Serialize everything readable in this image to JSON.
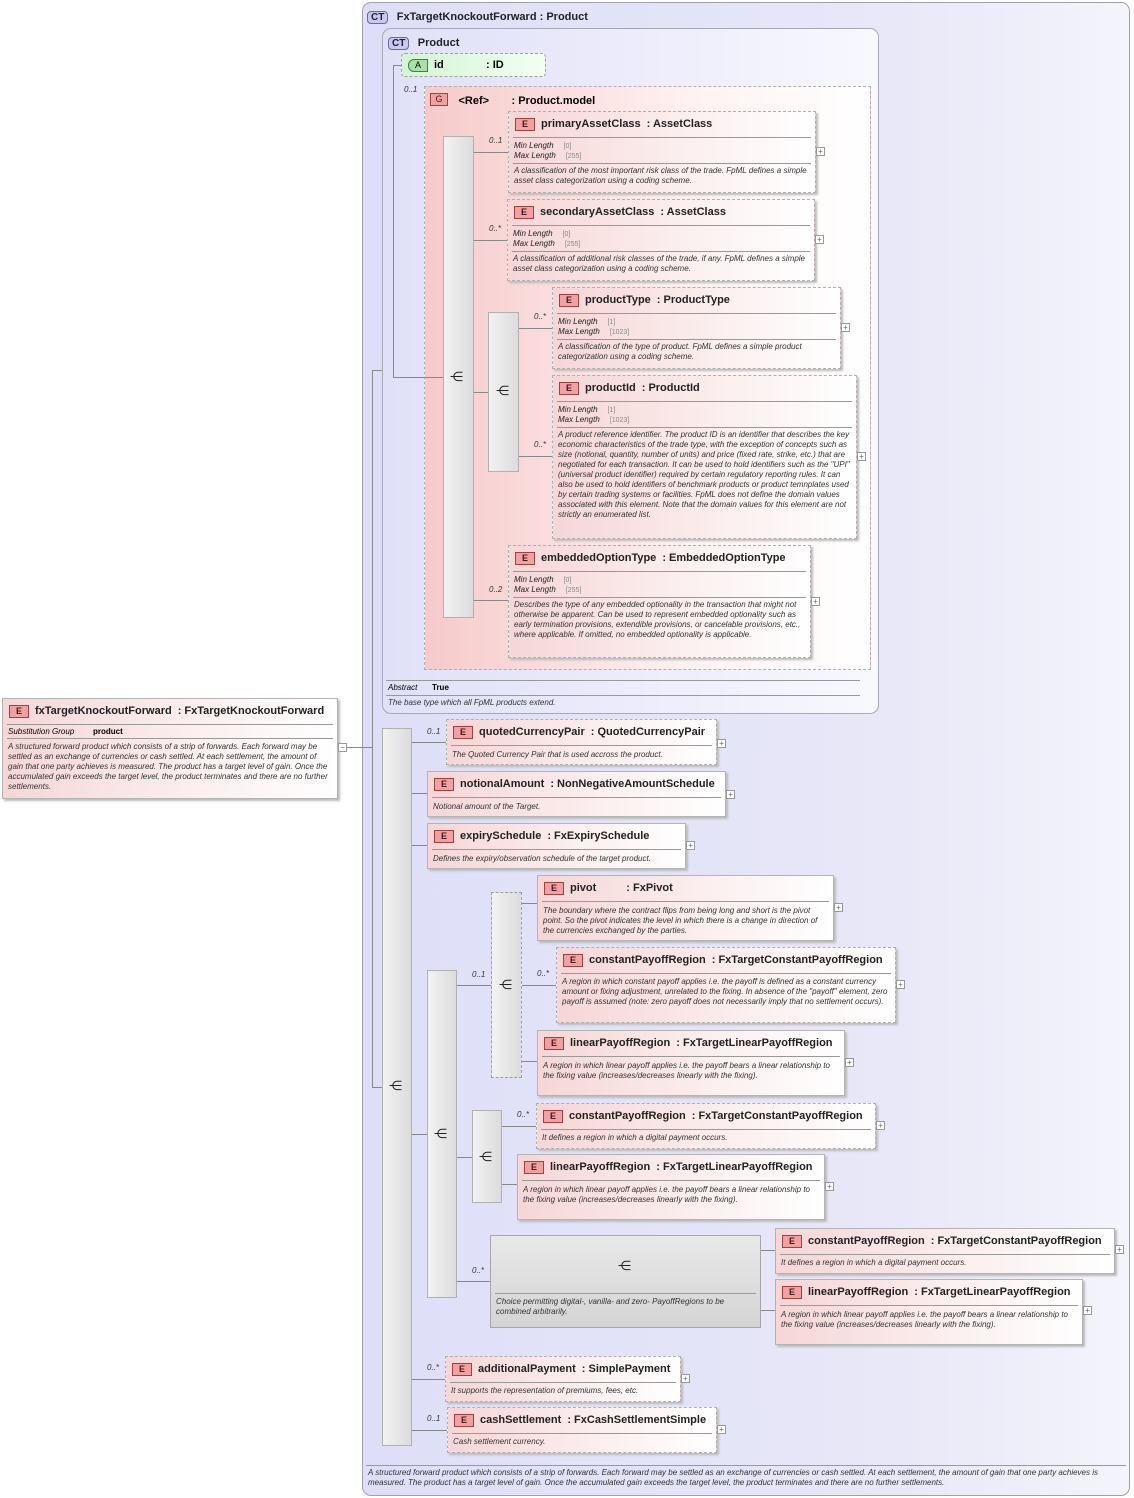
{
  "outer": {
    "badge": "CT",
    "title": "FxTargetKnockoutForward : Product",
    "description": "A structured forward product which consists of a strip of forwards. Each forward may be settled as an exchange of currencies or cash settled. At each settlement, the amount of gain that one party achieves is measured. The product has a target level of gain. Once the accumulated gain exceeds the target level, the product terminates and there are no further settlements."
  },
  "product": {
    "badge": "CT",
    "title": "Product",
    "abstract_label": "Abstract",
    "abstract_value": "True",
    "description": "The base type which all FpML products extend."
  },
  "attr": {
    "badge": "A",
    "name": "id",
    "type": ": ID"
  },
  "group": {
    "badge": "G",
    "name": "<Ref>",
    "type": ": Product.model",
    "card": "0..1"
  },
  "root": {
    "badge": "E",
    "name": "fxTargetKnockoutForward",
    "type": ": FxTargetKnockoutForward",
    "subst_label": "Substitution Group",
    "subst_value": "product",
    "description": "A structured forward product which consists of a strip of forwards. Each forward may be settled as an exchange of currencies or cash settled. At each settlement, the amount of gain that one party achieves is measured. The product has a target level of gain. Once the accumulated gain exceeds the target level, the product terminates and there are no further settlements."
  },
  "labels": {
    "min": "Min Length",
    "max": "Max Length"
  },
  "elements": [
    {
      "name": "primaryAssetClass",
      "type": ": AssetClass",
      "card": "0..1",
      "min": "[0]",
      "max": "[255]",
      "desc": "A classification of the most important risk class of the trade. FpML defines a simple asset class categorization using a coding scheme."
    },
    {
      "name": "secondaryAssetClass",
      "type": ": AssetClass",
      "card": "0..*",
      "min": "[0]",
      "max": "[255]",
      "desc": "A classification of additional risk classes of the trade, if any. FpML defines a simple asset class categorization using a coding scheme."
    },
    {
      "name": "productType",
      "type": ": ProductType",
      "card": "0..*",
      "min": "[1]",
      "max": "[1023]",
      "desc": "A classification of the type of product. FpML defines a simple product categorization using a coding scheme."
    },
    {
      "name": "productId",
      "type": ": ProductId",
      "card": "0..*",
      "min": "[1]",
      "max": "[1023]",
      "desc": "A product reference identifier. The product ID is an identifier that describes the key economic characteristics of the trade type, with the exception of concepts such as size (notional, quantity, number of units) and price (fixed rate, strike, etc.) that are negotiated for each transaction. It can be used to hold identifiers such as the \"UPI\" (universal product identifier) required by certain regulatory reporting rules. It can also be used to hold identifiers of benchmark products or product temnplates used by certain trading systems or facilities. FpML does not define the domain values associated with this element. Note that the domain values for this element are not strictly an enumerated list."
    },
    {
      "name": "embeddedOptionType",
      "type": ": EmbeddedOptionType",
      "card": "0..2",
      "min": "[0]",
      "max": "[255]",
      "desc": "Describes the type of any embedded optionality in the transaction that might not otherwise be apparent. Can be used to represent embedded optionality such as early termination provisions, extendible provisions, or cancelable provisions, etc., where applicable. If omitted, no embedded optionality is applicable."
    }
  ],
  "fx": [
    {
      "name": "quotedCurrencyPair",
      "type": ": QuotedCurrencyPair",
      "card": "0..1",
      "desc": "The Quoted Currency Pair that is used accross the product."
    },
    {
      "name": "notionalAmount",
      "type": ": NonNegativeAmountSchedule",
      "card": "",
      "desc": "Notional amount of the Target."
    },
    {
      "name": "expirySchedule",
      "type": ": FxExpirySchedule",
      "card": "",
      "desc": "Defines the expiry/observation schedule of the target product."
    },
    {
      "name": "pivot",
      "type": ": FxPivot",
      "card": "",
      "desc": "The boundary where the contract flips from being long and short is the pivot point. So the pivot indicates the level in which there is a change in direction of the currencies exchanged by the parties."
    },
    {
      "name": "constantPayoffRegion",
      "type": ": FxTargetConstantPayoffRegion",
      "card": "0..*",
      "desc": "A region in which constant payoff applies i.e. the payoff is defined as a constant currency amount or fixing adjustment, unrelated to the fixing. In absence of the \"payoff\" element, zero payoff is assumed (note: zero payoff does not necessarily imply that no settlement occurs)."
    },
    {
      "name": "linearPayoffRegion",
      "type": ": FxTargetLinearPayoffRegion",
      "card": "",
      "desc": "A region in which linear payoff applies i.e. the payoff bears a linear relationship to the fixing value (increases/decreases linearly with the fixing)."
    },
    {
      "name": "constantPayoffRegion",
      "type": ": FxTargetConstantPayoffRegion",
      "card": "0..*",
      "desc": "It defines a region in which a digital payment occurs."
    },
    {
      "name": "linearPayoffRegion",
      "type": ": FxTargetLinearPayoffRegion",
      "card": "",
      "desc": "A region in which linear payoff applies i.e. the payoff bears a linear relationship to the fixing value (increases/decreases linearly with the fixing)."
    },
    {
      "name": "constantPayoffRegion",
      "type": ": FxTargetConstantPayoffRegion",
      "card": "",
      "desc": "It defines a region in which a digital payment occurs."
    },
    {
      "name": "linearPayoffRegion",
      "type": ": FxTargetLinearPayoffRegion",
      "card": "",
      "desc": "A region in which linear payoff applies i.e. the payoff bears a linear relationship to the fixing value (increases/decreases linearly with the fixing)."
    },
    {
      "name": "additionalPayment",
      "type": ": SimplePayment",
      "card": "0..*",
      "desc": "It supports the representation of premiums, fees, etc."
    },
    {
      "name": "cashSettlement",
      "type": ": FxCashSettlementSimple",
      "card": "0..1",
      "desc": "Cash settlement currency."
    }
  ],
  "choice": {
    "card": "0..*",
    "desc": "Choice permitting digital-, vanilla- and zero- PayoffRegions to be combined arbitrarily."
  },
  "cards": {
    "choice1": "0..1",
    "choice2": "0..*",
    "choice3": "0..*"
  },
  "badge_e": "E",
  "plus": "+",
  "minus": "−",
  "icons": {
    "sequence": "sequence-icon",
    "choice": "choice-icon"
  }
}
